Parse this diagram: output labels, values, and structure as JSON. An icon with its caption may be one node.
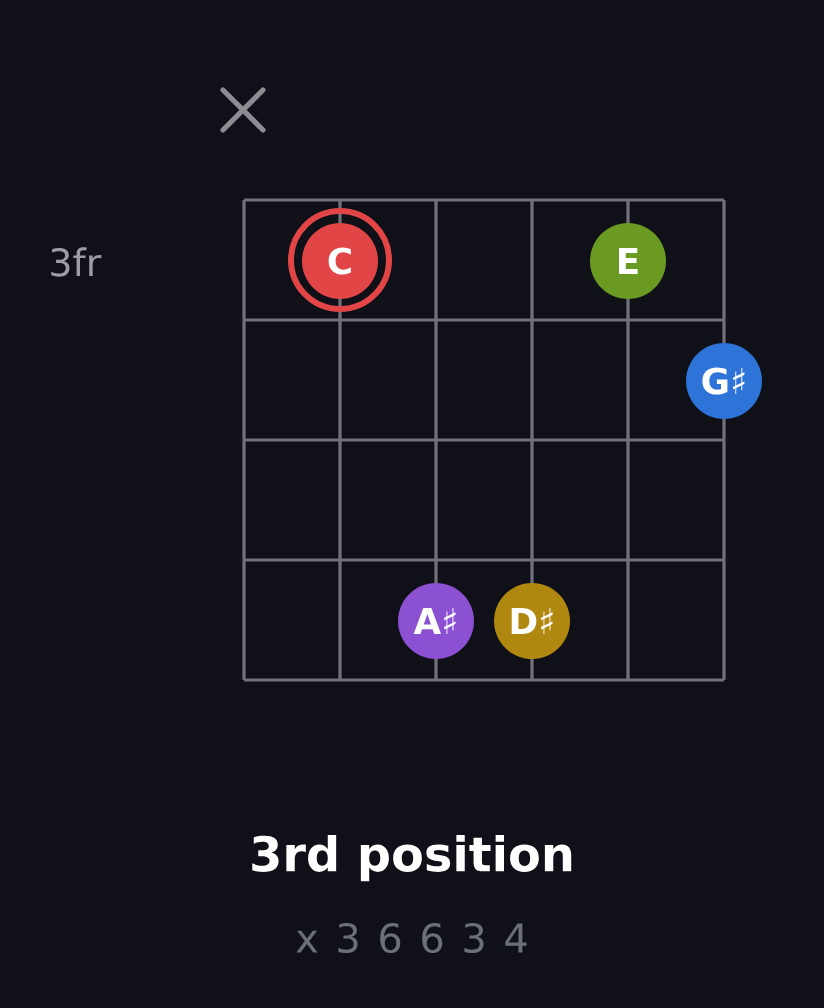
{
  "diagram": {
    "caption": "3rd position",
    "nodes": [
      {
        "text": [
          "C"
        ]
      },
      {
        "text": [
          "E"
        ]
      },
      {
        "text": [
          "G♯"
        ]
      },
      {
        "text": [
          "A♯"
        ]
      },
      {
        "text": [
          "D♯"
        ]
      }
    ],
    "labels": [
      "3fr",
      "x 3 6 6 3 4"
    ]
  }
}
